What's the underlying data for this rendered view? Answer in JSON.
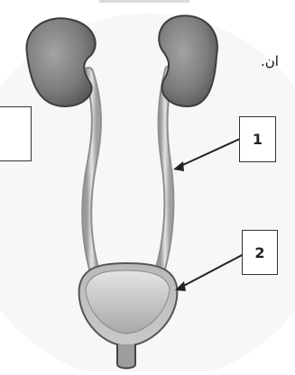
{
  "caption_fragment": "ان.",
  "callouts": [
    {
      "id": "1",
      "target": "ureter"
    },
    {
      "id": "2",
      "target": "bladder"
    }
  ],
  "blank_answer_box": ""
}
